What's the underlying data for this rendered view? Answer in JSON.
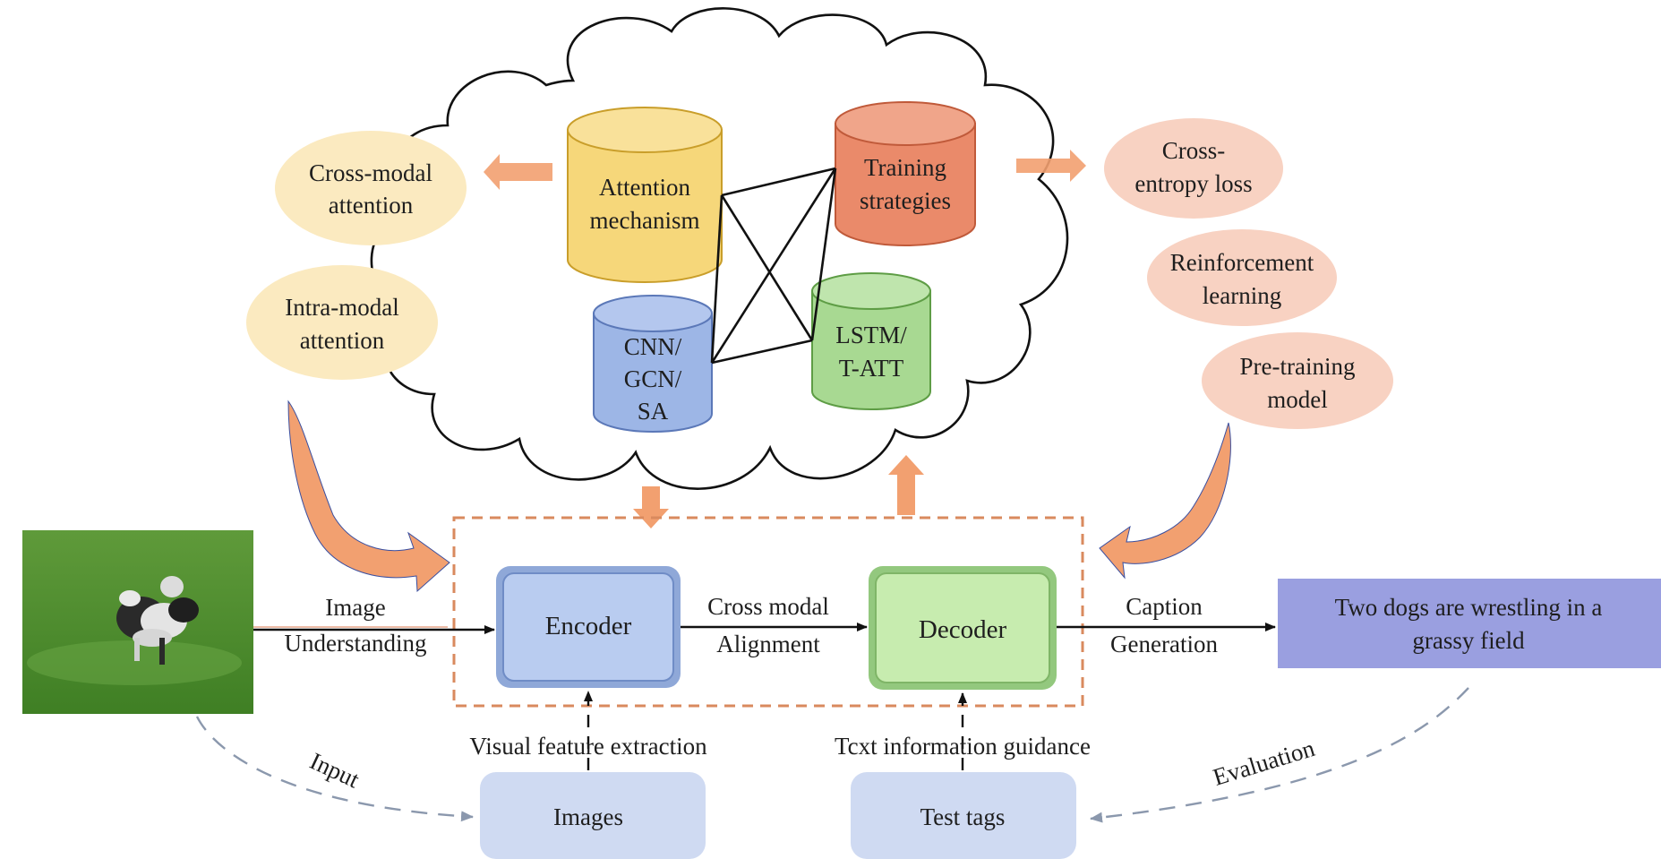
{
  "cloud": {
    "attention": [
      "Attention",
      "mechanism"
    ],
    "training": [
      "Training",
      "strategies"
    ],
    "cnn": [
      "CNN/",
      "GCN/",
      "SA"
    ],
    "lstm": [
      "LSTM/",
      "T-ATT"
    ]
  },
  "left_ellipses": {
    "cross_modal": [
      "Cross-modal",
      "attention"
    ],
    "intra_modal": [
      "Intra-modal",
      "attention"
    ]
  },
  "right_ellipses": {
    "cross_entropy": [
      "Cross-",
      "entropy loss"
    ],
    "reinforcement": [
      "Reinforcement",
      "learning"
    ],
    "pretraining": [
      "Pre-training",
      "model"
    ]
  },
  "pipeline": {
    "encoder": "Encoder",
    "decoder": "Decoder",
    "image_understanding": [
      "Image",
      "Understanding"
    ],
    "cross_modal_alignment": [
      "Cross modal",
      "Alignment"
    ],
    "caption_generation": [
      "Caption",
      "Generation"
    ],
    "output_caption": [
      "Two dogs are wrestling in a",
      "grassy field"
    ]
  },
  "bottom": {
    "visual_feature": "Visual feature extraction",
    "text_guidance": "Tcxt information guidance",
    "images": "Images",
    "test_tags": "Test tags",
    "input": "Input",
    "evaluation": "Evaluation"
  },
  "colors": {
    "attention_cyl": "#f6d77a",
    "training_cyl": "#ea8a6a",
    "cnn_cyl": "#9db6e6",
    "lstm_cyl": "#a8d992",
    "left_ellipse": "#fbeac0",
    "right_ellipse": "#f8d2c2",
    "arrow_orange": "#f2a070",
    "encoder_box": "#b9ccf0",
    "decoder_box": "#c7ecaf",
    "caption_box": "#9a9fe0",
    "bottom_box": "#cfdaf2",
    "dashed_frame": "#d98a5e"
  }
}
